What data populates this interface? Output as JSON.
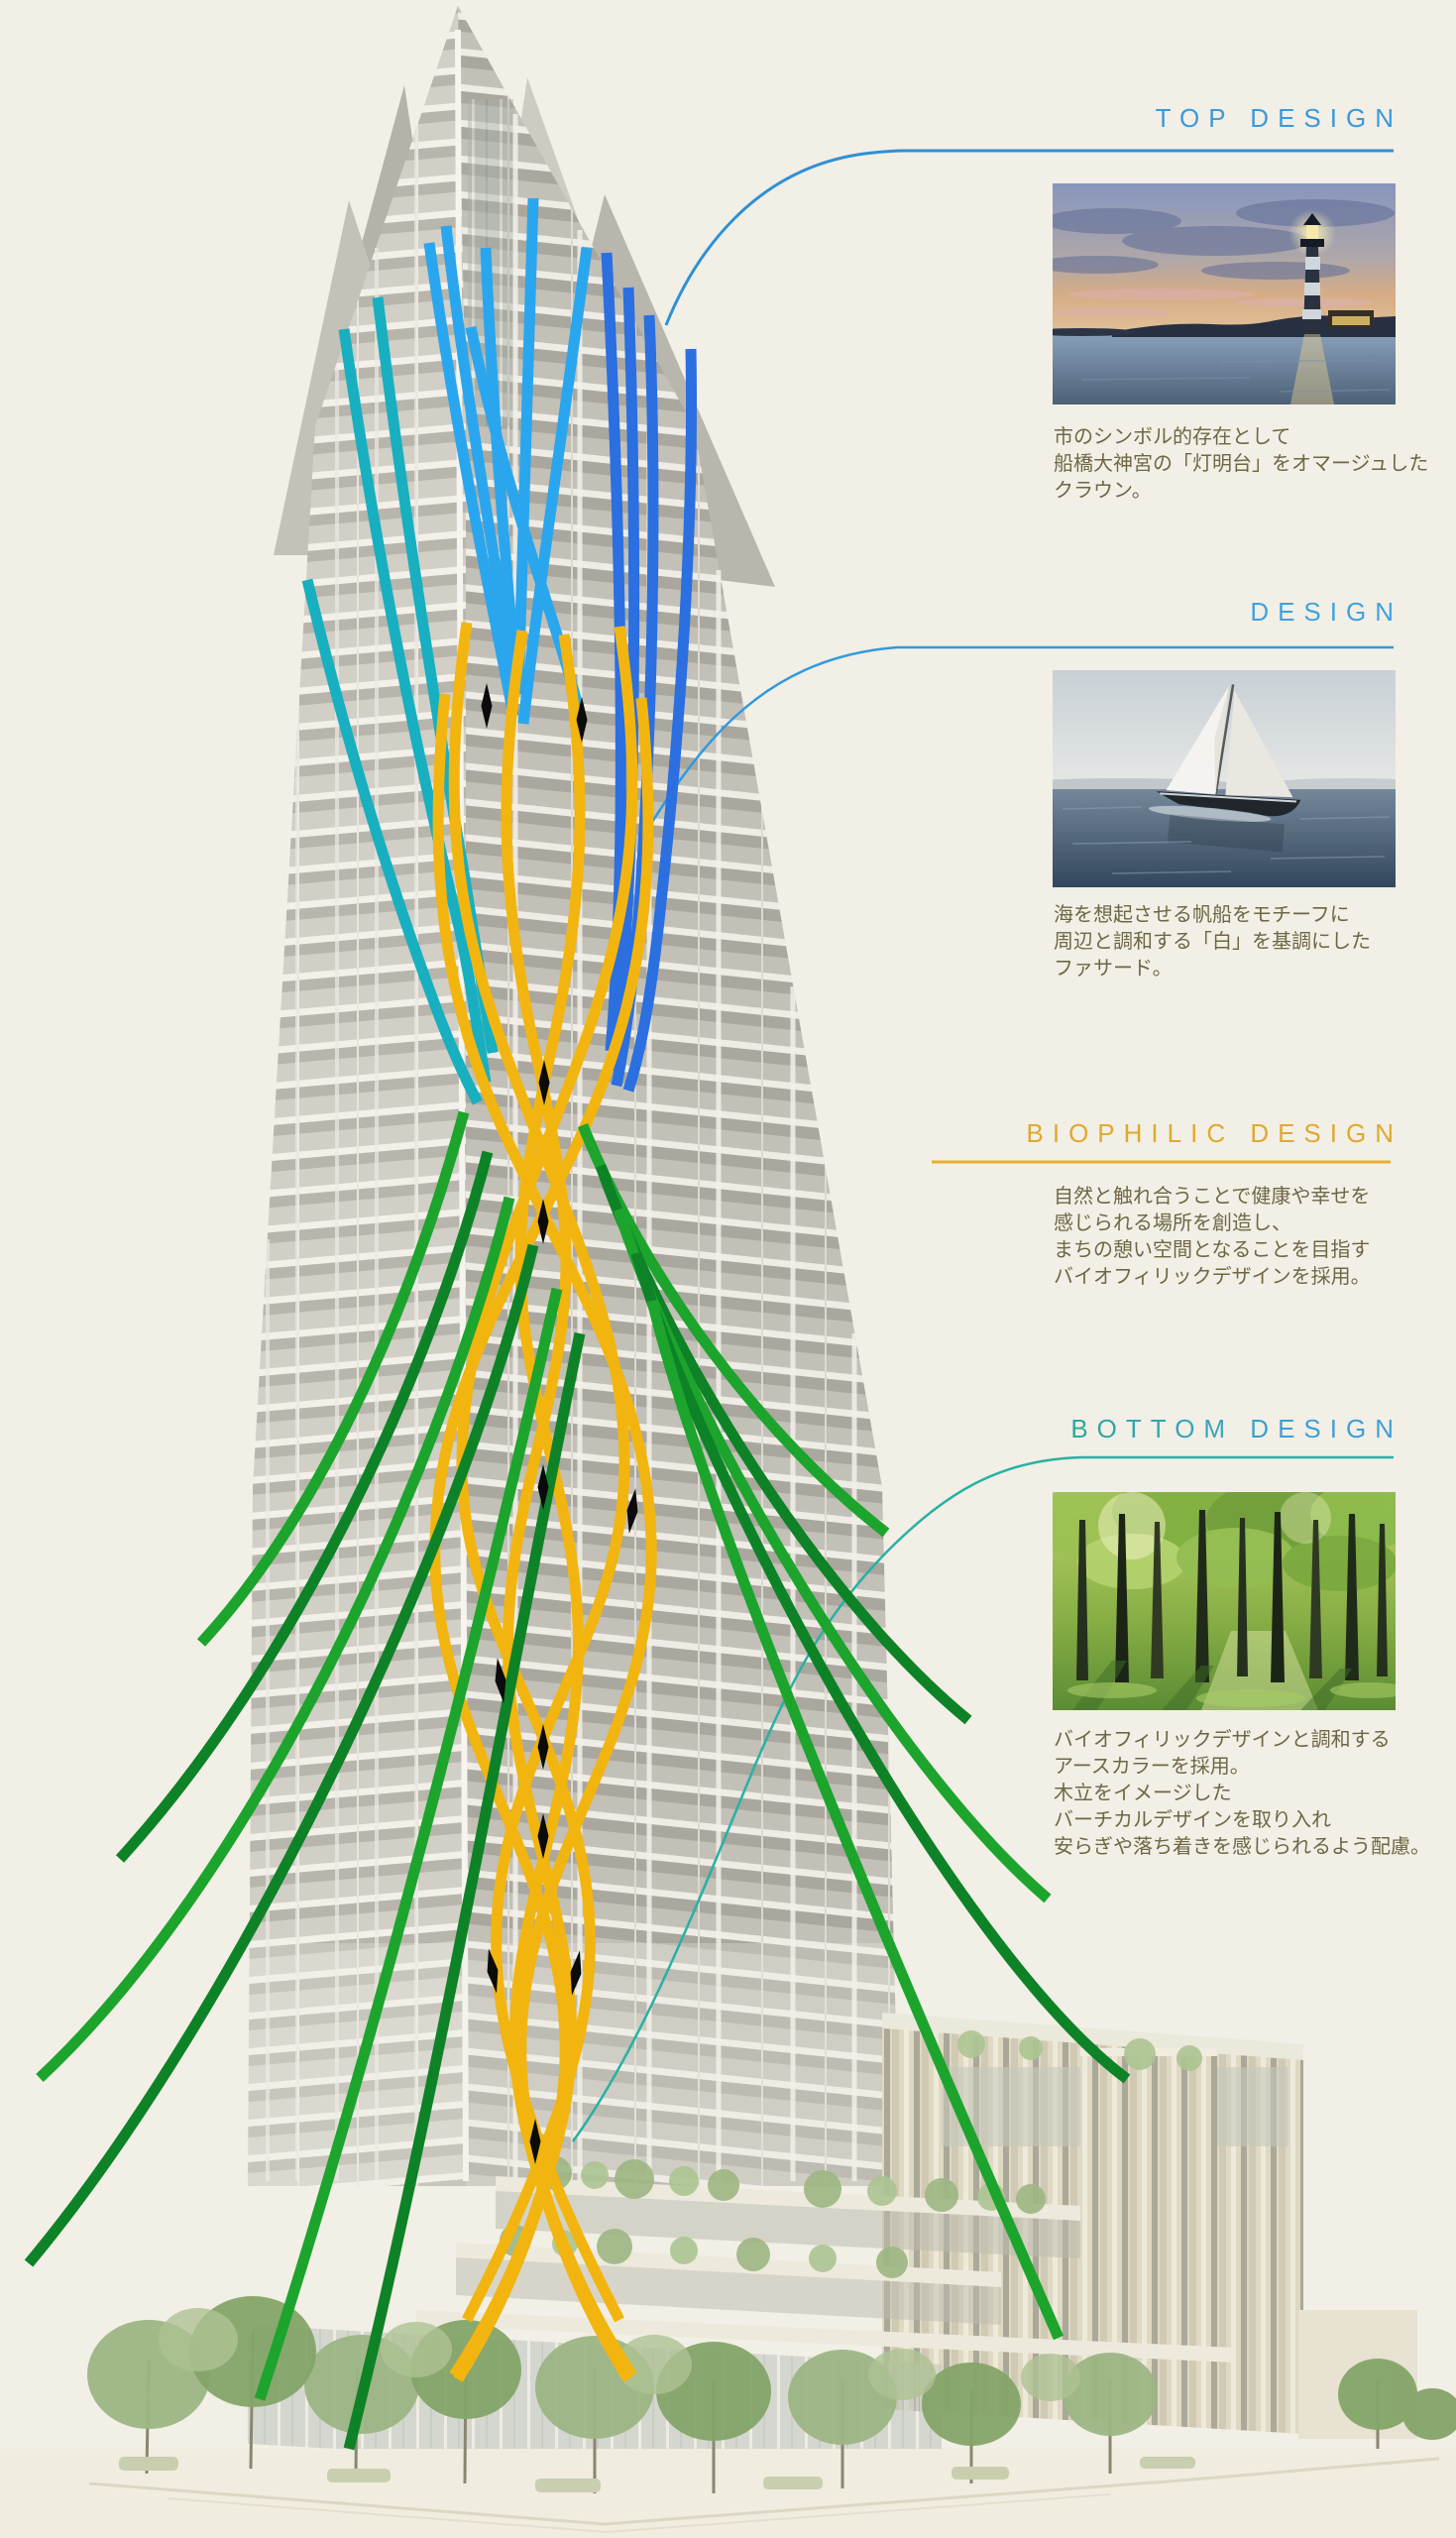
{
  "page": {
    "background_color": "#f2efe6",
    "body_text_color": "#6e6745"
  },
  "illustration": {
    "name": "tower-facade-concept-rendering",
    "description": "High-rise tower rendering with colored design ribbons sweeping down the facade",
    "ribbon_colors": {
      "teal": "#18afc0",
      "light_blue": "#2aa6ee",
      "royal_blue": "#2b6fe0",
      "yellow": "#f2b50f",
      "green_bright": "#1ca42d",
      "green_dark": "#0e8226",
      "knot": "#0b0b0b"
    }
  },
  "sections": [
    {
      "id": "top-design",
      "title": "TOP DESIGN",
      "title_color": "#3b99d9",
      "line_color": "#2f90d5",
      "image": "lighthouse-at-dusk-photo",
      "body": [
        "市のシンボル的存在として",
        "船橋大神宮の「灯明台」をオマージュした",
        "クラウン。"
      ]
    },
    {
      "id": "design",
      "title": "DESIGN",
      "title_color": "#3fa2e0",
      "line_color": "#2f9ade",
      "image": "white-sailboat-photo",
      "body": [
        "海を想起させる帆船をモチーフに",
        "周辺と調和する「白」を基調にした",
        "ファサード。"
      ]
    },
    {
      "id": "biophilic-design",
      "title": "BIOPHILIC DESIGN",
      "title_color": "#dfa92e",
      "line_color": "#e5b02f",
      "image": null,
      "body": [
        "自然と触れ合うことで健康や幸せを",
        "感じられる場所を創造し、",
        "まちの憩い空間となることを目指す",
        "バイオフィリックデザインを採用。"
      ]
    },
    {
      "id": "bottom-design",
      "title": "BOTTOM DESIGN",
      "title_gradient_start": "#2ba89a",
      "title_gradient_end": "#3f9fd6",
      "line_color": "#28b1a3",
      "image": "forest-grove-photo",
      "body": [
        "バイオフィリックデザインと調和する",
        "アースカラーを採用。",
        "木立をイメージした",
        "バーチカルデザインを取り入れ",
        "安らぎや落ち着きを感じられるよう配慮。"
      ]
    }
  ]
}
